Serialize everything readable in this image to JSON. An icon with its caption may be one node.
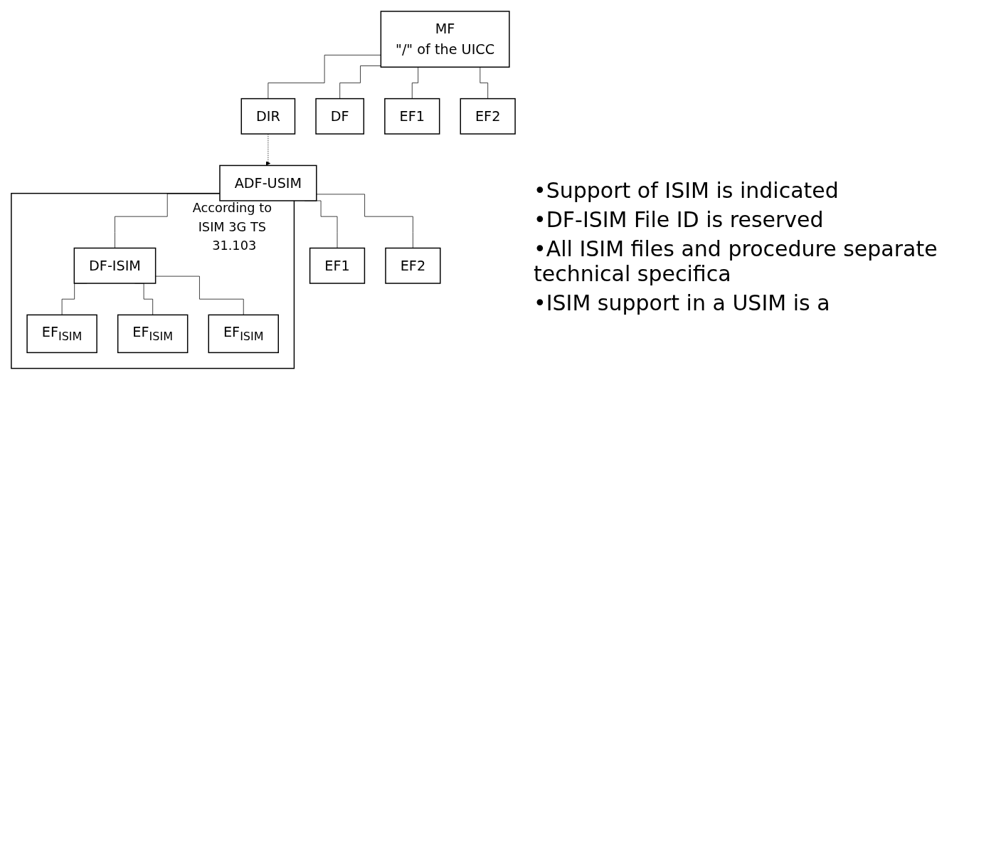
{
  "diagram": {
    "nodes": [
      {
        "text": [
          "MF",
          "\"/\" of the UICC"
        ]
      },
      {
        "text": [
          "DIR"
        ]
      },
      {
        "text": [
          "DF"
        ]
      },
      {
        "text": [
          "EF1"
        ]
      },
      {
        "text": [
          "EF2"
        ]
      },
      {
        "text": [
          "ADF-USIM"
        ]
      },
      {
        "text": [
          "EF1"
        ]
      },
      {
        "text": [
          "EF2"
        ]
      },
      {
        "text": [
          "According to ISIM 3G TS 31.103"
        ]
      },
      {
        "text": [
          "DF-ISIM"
        ],
        "in": 8
      },
      {
        "text": [
          "EF$_{ISIM}$"
        ],
        "in": 8
      },
      {
        "text": [
          "EF$_{ISIM}$"
        ],
        "in": 8
      },
      {
        "text": [
          "EF$_{ISIM}$"
        ],
        "in": 8
      }
    ],
    "edges": [
      {
        "from": 0,
        "to": 1,
        "arrow": "none"
      },
      {
        "from": 0,
        "to": 2,
        "arrow": "none"
      },
      {
        "from": 0,
        "to": 3,
        "arrow": "none"
      },
      {
        "from": 0,
        "to": 4,
        "arrow": "none"
      },
      {
        "from": 1,
        "to": 5,
        "arrow": "to",
        "style": "dashed"
      },
      {
        "from": 5,
        "to": 6,
        "arrow": "none"
      },
      {
        "from": 5,
        "to": 7,
        "arrow": "none"
      },
      {
        "from": 5,
        "to": 9,
        "arrow": "none"
      },
      {
        "from": 9,
        "to": 10,
        "arrow": "none"
      },
      {
        "from": 9,
        "to": 11,
        "arrow": "none"
      },
      {
        "from": 9,
        "to": 12,
        "arrow": "none"
      }
    ],
    "labels": [
      "•Support of ISIM is indicated",
      "•DF-ISIM File ID is reserved",
      "•All ISIM files and procedure separate technical specifica",
      "•ISIM support in a USIM is a"
    ]
  }
}
